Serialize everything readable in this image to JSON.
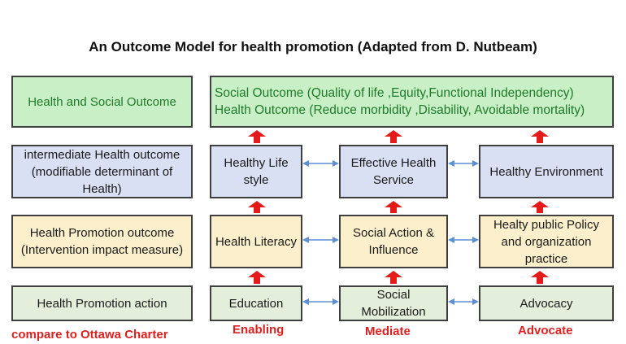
{
  "title": "An Outcome Model for health promotion (Adapted from D. Nutbeam)",
  "left_column": {
    "health_social_outcome": "Health and Social Outcome",
    "intermediate_outcome": "intermediate Health outcome (modifiable determinant of Health)",
    "promotion_outcome": "Health Promotion outcome (Intervention impact measure)",
    "promotion_action": "Health Promotion action",
    "compare_note": "compare to Ottawa Charter"
  },
  "outcomes": {
    "social": "Social Outcome (Quality of life ,Equity,Functional Independency)",
    "health": "Health Outcome (Reduce morbidity ,Disability, Avoidable mortality)"
  },
  "intermediate": [
    "Healthy Life style",
    "Effective Health Service",
    "Healthy Environment"
  ],
  "promotion_outcomes": [
    "Health Literacy",
    "Social Action & Influence",
    "Healty public Policy and organization practice"
  ],
  "actions": [
    "Education",
    "Social Mobilization",
    "Advocacy"
  ],
  "ottawa_labels": [
    "Enabling",
    "Mediate",
    "Advocate"
  ],
  "colors": {
    "green_box": "#c9efc6",
    "blue_box": "#d9e0f3",
    "yellow_box": "#fcefcb",
    "pale_green_box": "#e3efdb",
    "up_arrow": "#e31b1b",
    "double_arrow": "#5b8fd6",
    "label_red": "#e01f1f"
  }
}
